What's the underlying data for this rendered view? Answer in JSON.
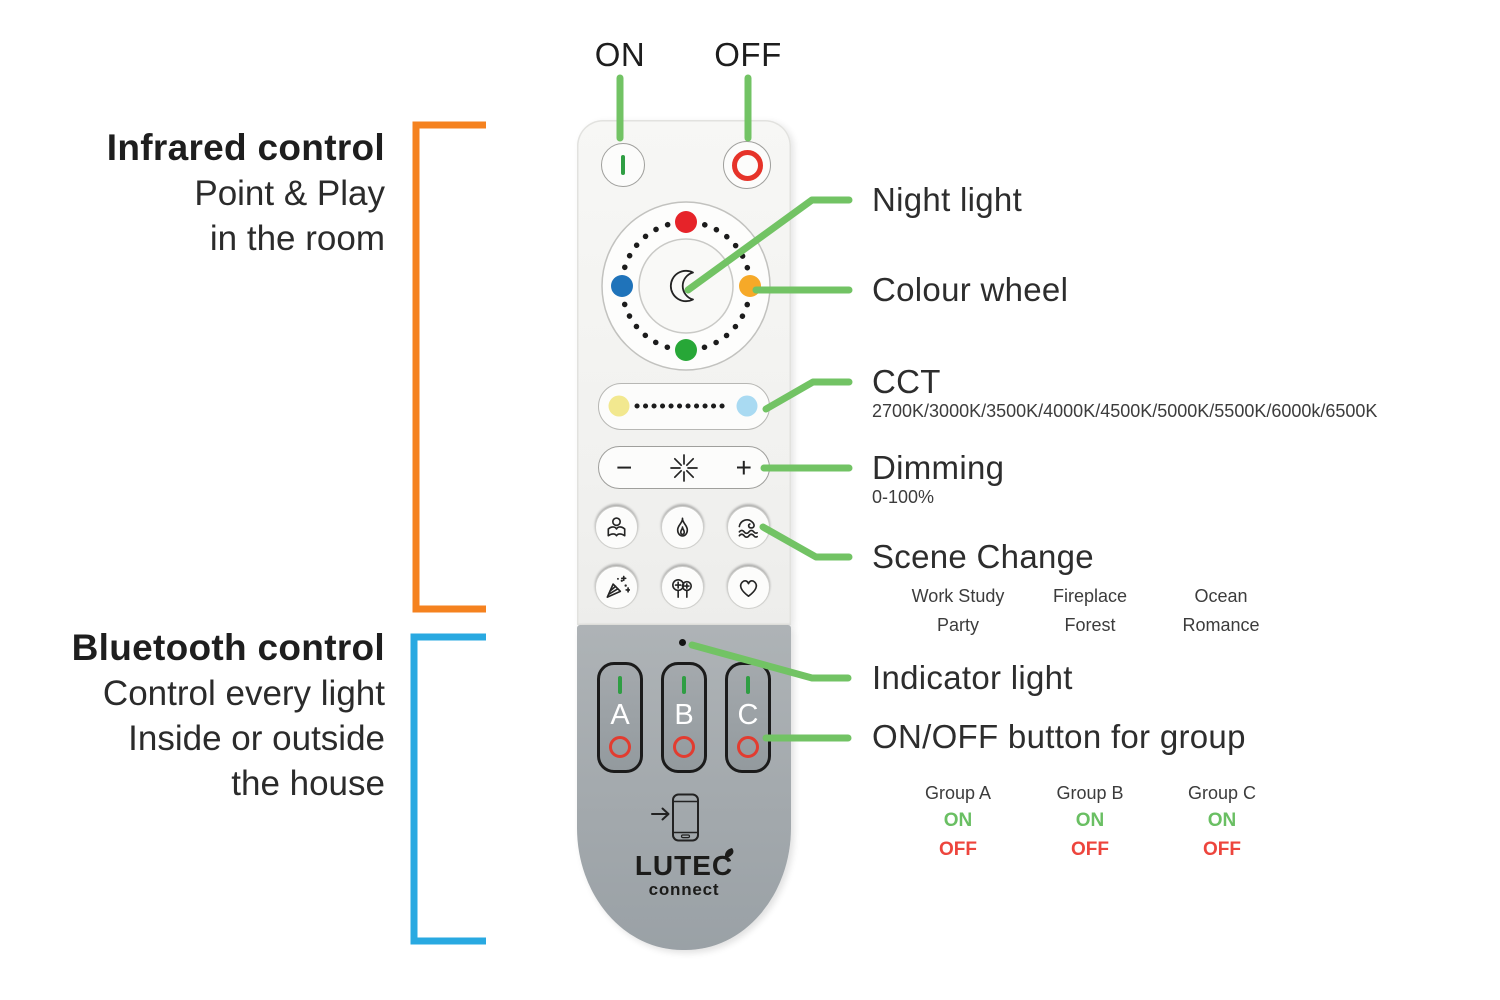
{
  "top_labels": {
    "on": "ON",
    "off": "OFF"
  },
  "left_panel": {
    "infrared": {
      "title": "Infrared control",
      "line1": "Point & Play",
      "line2": "in the room"
    },
    "bluetooth": {
      "title": "Bluetooth control",
      "line1": "Control every light",
      "line2": "Inside or outside",
      "line3": "the house"
    }
  },
  "annotations": {
    "night_light": "Night light",
    "colour_wheel": "Colour wheel",
    "cct_title": "CCT",
    "cct_values": "2700K/3000K/3500K/4000K/4500K/5000K/5500K/6000k/6500K",
    "dimming_title": "Dimming",
    "dimming_range": "0-100%",
    "scene_title": "Scene Change",
    "scenes": [
      {
        "top": "Work Study",
        "bottom": "Party"
      },
      {
        "top": "Fireplace",
        "bottom": "Forest"
      },
      {
        "top": "Ocean",
        "bottom": "Romance"
      }
    ],
    "indicator": "Indicator light",
    "group_button": "ON/OFF button for group",
    "groups": [
      {
        "name": "Group A",
        "on": "ON",
        "off": "OFF"
      },
      {
        "name": "Group B",
        "on": "ON",
        "off": "OFF"
      },
      {
        "name": "Group C",
        "on": "ON",
        "off": "OFF"
      }
    ]
  },
  "remote": {
    "group_keys": [
      "A",
      "B",
      "C"
    ],
    "dimming_minus": "−",
    "dimming_plus": "+",
    "logo_brand": "LUTEC",
    "logo_sub": "connect"
  },
  "colors": {
    "callout_green": "#72c364",
    "infrared_bracket_orange": "#f5821f",
    "bluetooth_bracket_blue": "#29a9e1",
    "group_on_green": "#6abf63",
    "group_off_red": "#ed453d",
    "wheel_red": "#e62329",
    "wheel_blue": "#1f73ba",
    "wheel_orange": "#f6a928",
    "wheel_green": "#27a737",
    "cct_warm_yellow": "#f2e88f",
    "cct_cool_blue": "#a9daf2"
  }
}
